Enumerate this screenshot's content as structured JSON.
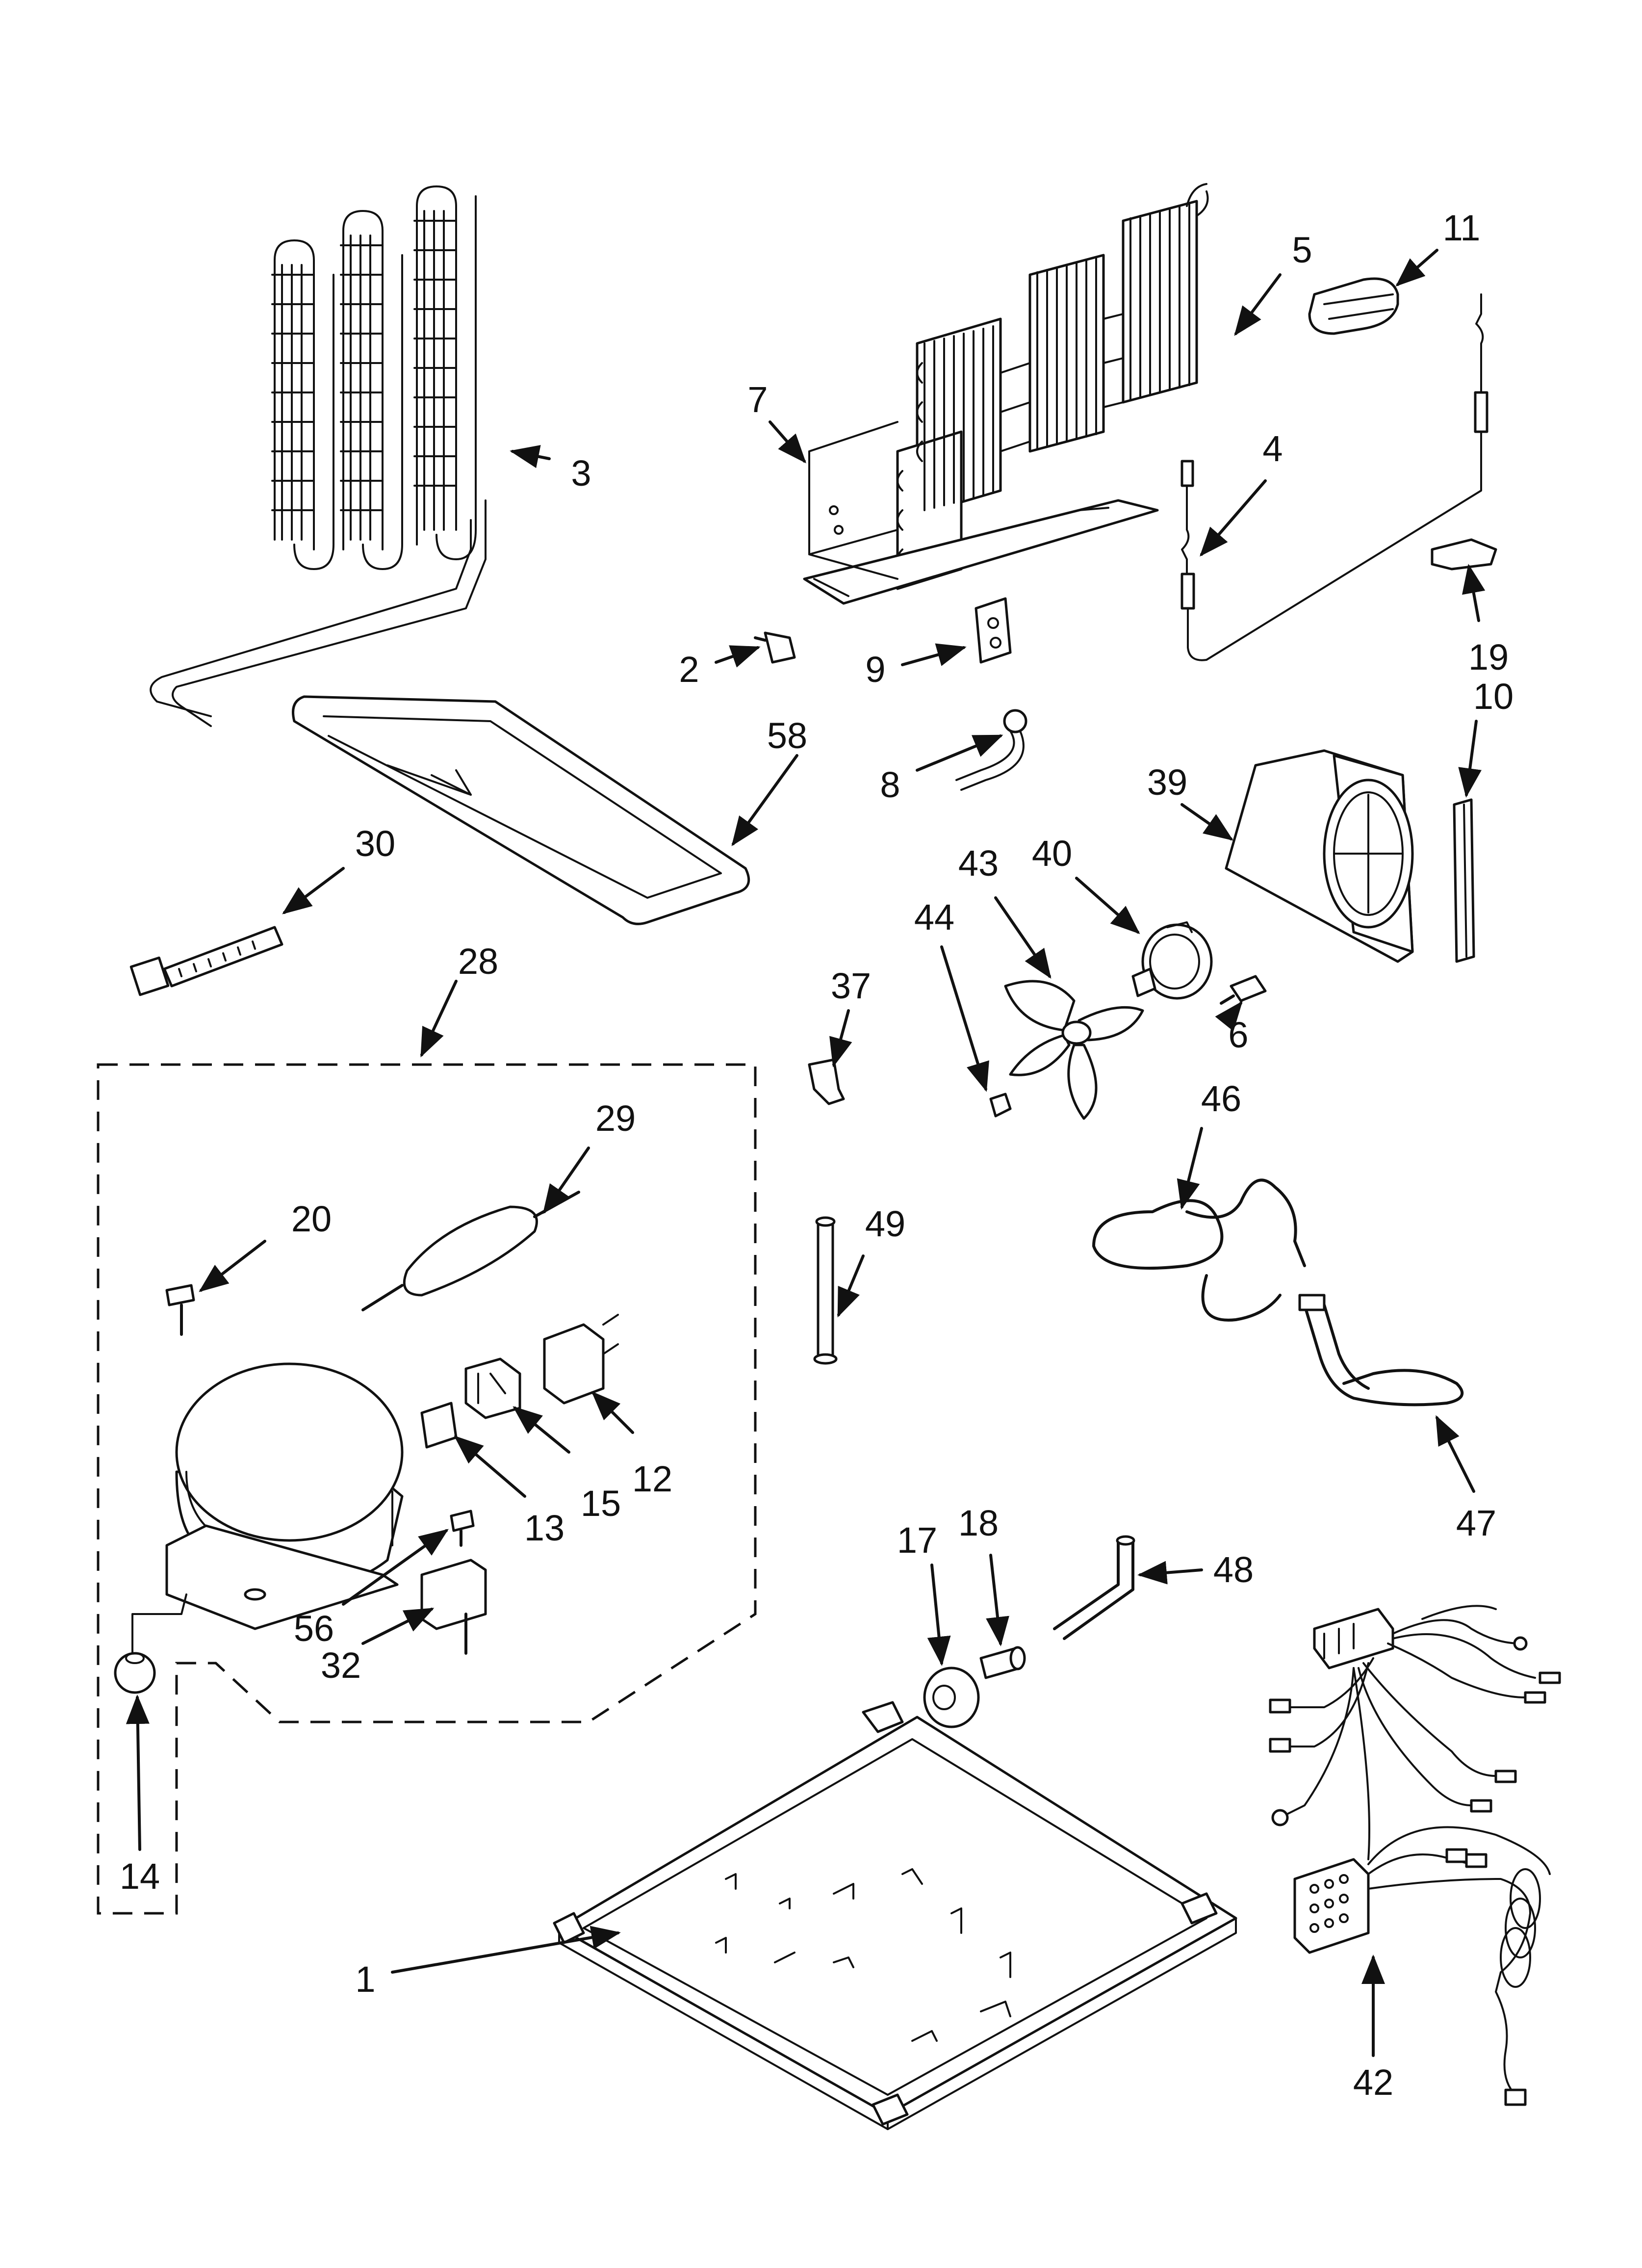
{
  "labels": [
    {
      "key": "p1",
      "text": "1"
    },
    {
      "key": "p2",
      "text": "2"
    },
    {
      "key": "p3",
      "text": "3"
    },
    {
      "key": "p4",
      "text": "4"
    },
    {
      "key": "p5",
      "text": "5"
    },
    {
      "key": "p6",
      "text": "6"
    },
    {
      "key": "p7",
      "text": "7"
    },
    {
      "key": "p8",
      "text": "8"
    },
    {
      "key": "p9",
      "text": "9"
    },
    {
      "key": "p10",
      "text": "10"
    },
    {
      "key": "p11",
      "text": "11"
    },
    {
      "key": "p12",
      "text": "12"
    },
    {
      "key": "p13",
      "text": "13"
    },
    {
      "key": "p14",
      "text": "14"
    },
    {
      "key": "p15",
      "text": "15"
    },
    {
      "key": "p17",
      "text": "17"
    },
    {
      "key": "p18",
      "text": "18"
    },
    {
      "key": "p19",
      "text": "19"
    },
    {
      "key": "p20",
      "text": "20"
    },
    {
      "key": "p28",
      "text": "28"
    },
    {
      "key": "p29",
      "text": "29"
    },
    {
      "key": "p30",
      "text": "30"
    },
    {
      "key": "p32",
      "text": "32"
    },
    {
      "key": "p37",
      "text": "37"
    },
    {
      "key": "p39",
      "text": "39"
    },
    {
      "key": "p40",
      "text": "40"
    },
    {
      "key": "p42",
      "text": "42"
    },
    {
      "key": "p43",
      "text": "43"
    },
    {
      "key": "p44",
      "text": "44"
    },
    {
      "key": "p46",
      "text": "46"
    },
    {
      "key": "p47",
      "text": "47"
    },
    {
      "key": "p48",
      "text": "48"
    },
    {
      "key": "p49",
      "text": "49"
    },
    {
      "key": "p56",
      "text": "56"
    },
    {
      "key": "p58",
      "text": "58"
    }
  ]
}
